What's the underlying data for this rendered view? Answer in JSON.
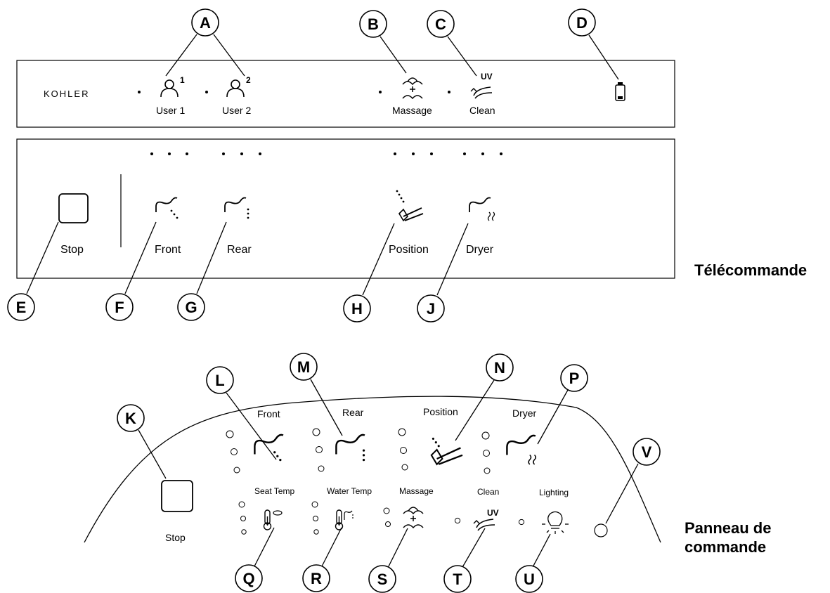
{
  "remote": {
    "brand": "KOHLER",
    "top_labels": {
      "user1": "User 1",
      "user2": "User 2",
      "massage": "Massage",
      "clean": "Clean"
    },
    "user_superscripts": {
      "user1": "1",
      "user2": "2"
    },
    "clean_badge": "UV",
    "bottom_labels": {
      "stop": "Stop",
      "front": "Front",
      "rear": "Rear",
      "position": "Position",
      "dryer": "Dryer"
    },
    "title": "Télécommande"
  },
  "panel": {
    "labels": {
      "front": "Front",
      "rear": "Rear",
      "position": "Position",
      "dryer": "Dryer",
      "seat_temp": "Seat Temp",
      "water_temp": "Water Temp",
      "massage": "Massage",
      "clean": "Clean",
      "lighting": "Lighting",
      "stop": "Stop"
    },
    "clean_badge": "UV",
    "title_line1": "Panneau de",
    "title_line2": "commande"
  },
  "callouts": {
    "A": "A",
    "B": "B",
    "C": "C",
    "D": "D",
    "E": "E",
    "F": "F",
    "G": "G",
    "H": "H",
    "J": "J",
    "K": "K",
    "L": "L",
    "M": "M",
    "N": "N",
    "P": "P",
    "Q": "Q",
    "R": "R",
    "S": "S",
    "T": "T",
    "U": "U",
    "V": "V"
  },
  "icons": {
    "user": "user-icon",
    "massage": "massage-icon",
    "uv_clean": "uv-clean-icon",
    "battery": "battery-icon",
    "stop": "stop-button-icon",
    "front_wash": "front-wash-icon",
    "rear_wash": "rear-wash-icon",
    "position": "wand-position-icon",
    "dryer": "dryer-icon",
    "seat_temp": "seat-temperature-icon",
    "water_temp": "water-temperature-icon",
    "lighting": "light-bulb-icon",
    "indicator": "indicator-light-icon"
  }
}
